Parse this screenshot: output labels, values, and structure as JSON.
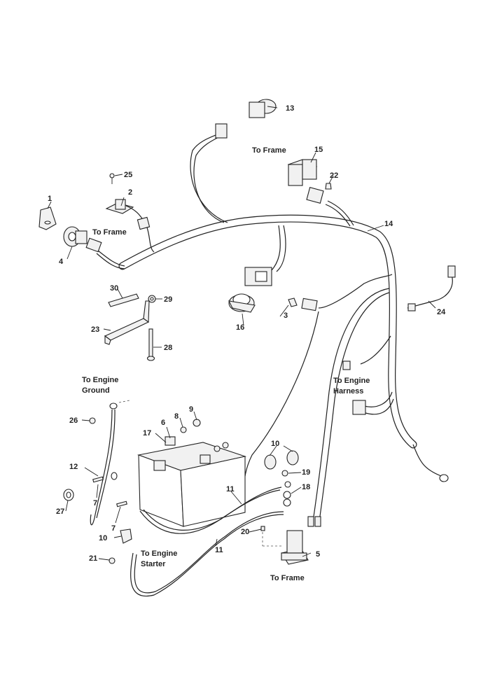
{
  "diagram": {
    "part_labels": [
      "1",
      "2",
      "3",
      "4",
      "5",
      "6",
      "7",
      "7",
      "8",
      "9",
      "10",
      "10",
      "11",
      "11",
      "12",
      "13",
      "14",
      "15",
      "16",
      "17",
      "18",
      "19",
      "20",
      "21",
      "22",
      "23",
      "24",
      "25",
      "26",
      "27",
      "28",
      "29",
      "30"
    ],
    "notes": {
      "to_frame_1": "To Frame",
      "to_frame_2": "To Frame",
      "to_frame_3": "To Frame",
      "engine_ground_1": "To Engine",
      "engine_ground_2": "Ground",
      "engine_harness_1": "To Engine",
      "engine_harness_2": "Harness",
      "engine_starter_1": "To Engine",
      "engine_starter_2": "Starter"
    }
  }
}
